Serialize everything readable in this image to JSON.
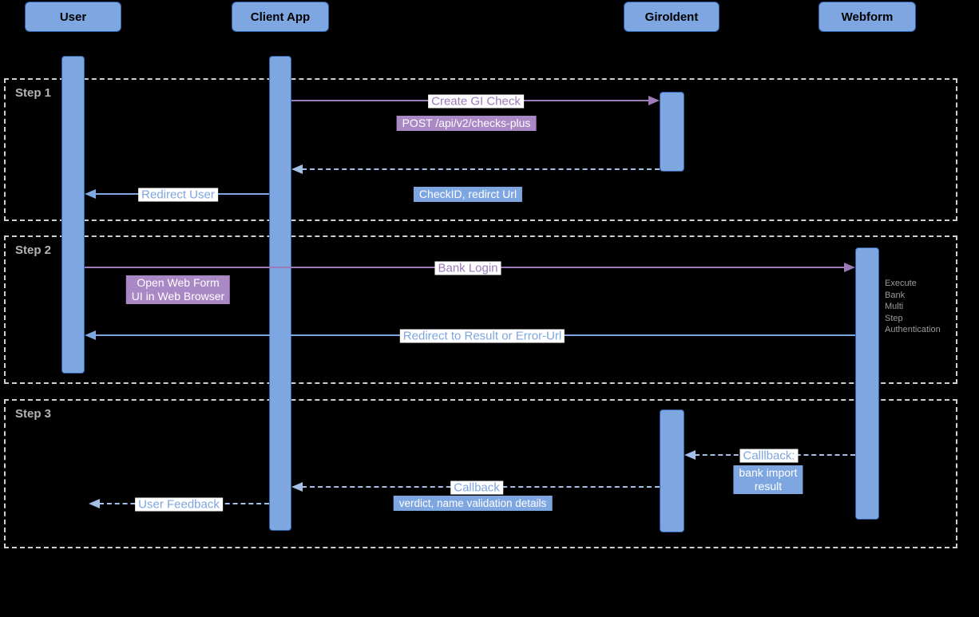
{
  "actors": {
    "user": "User",
    "client_app": "Client App",
    "giroident": "GiroIdent",
    "webform": "Webform"
  },
  "steps": {
    "s1": "Step 1",
    "s2": "Step 2",
    "s3": "Step 3"
  },
  "step1": {
    "create_check_label": "Create GI Check",
    "create_check_detail": "POST /api/v2/checks-plus",
    "create_check_return_detail": "CheckID, redirct Url",
    "redirect_user_label": "Redirect User"
  },
  "step2": {
    "bank_login_label": "Bank Login",
    "open_webform_note": "Open Web Form\nUI in Web Browser",
    "webform_auth_note": "Execute\nBank\nMulti\nStep\nAuthentication",
    "redirect_result_label": "Redirect to Result or Error-Url"
  },
  "step3": {
    "webform_callback_label": "Calllback:",
    "webform_callback_detail": "bank import\nresult",
    "client_callback_label": "Callback",
    "client_callback_detail": "verdict, name validation details",
    "user_feedback_label": "User Feedback"
  },
  "colors": {
    "background": "#000000",
    "actor_fill": "#7ea6e0",
    "actor_border": "#2c5faa",
    "purple_arrow": "#9d7bb8",
    "purple_label_bg": "#aa87c5",
    "blue_arrow_solid": "#7ea6e0",
    "blue_arrow_dashed": "#a4bfe8",
    "blue_label_bg": "#7ea6e0",
    "frame_border": "#cfcfcf",
    "step_label_text": "#b4b4b4",
    "note_text": "#9b9b9b"
  }
}
